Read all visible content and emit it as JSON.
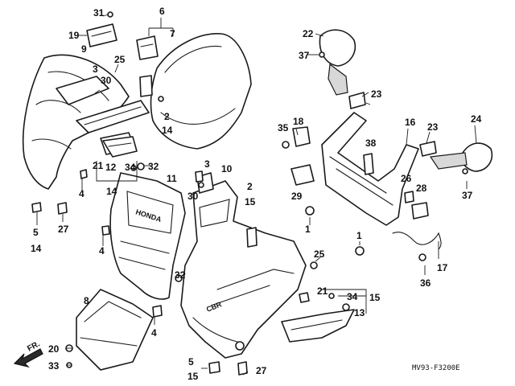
{
  "diagram": {
    "code": "MV93-F3200E",
    "direction_label": "FR.",
    "brand_text": "HONDA",
    "model_text": "CBR",
    "callouts": [
      "31",
      "19",
      "9",
      "3",
      "25",
      "30",
      "6",
      "7",
      "22",
      "37",
      "23",
      "18",
      "35",
      "16",
      "23",
      "24",
      "38",
      "2",
      "14",
      "21",
      "12",
      "34",
      "32",
      "14",
      "10",
      "11",
      "2",
      "15",
      "3",
      "30",
      "4",
      "5",
      "14",
      "27",
      "4",
      "29",
      "26",
      "28",
      "37",
      "1",
      "1",
      "17",
      "36",
      "25",
      "21",
      "34",
      "15",
      "13",
      "32",
      "8",
      "4",
      "20",
      "33",
      "5",
      "15",
      "27"
    ]
  }
}
